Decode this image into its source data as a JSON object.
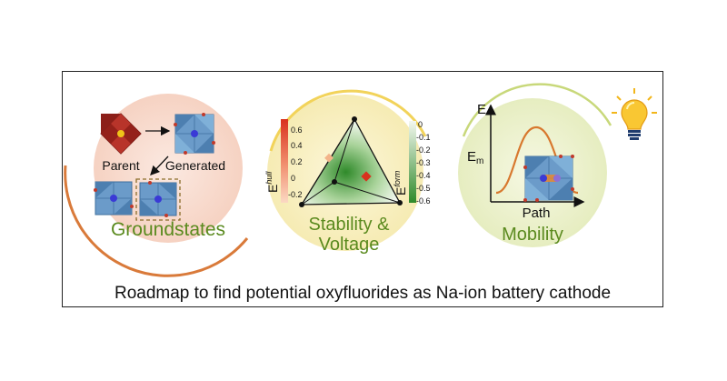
{
  "panel1": {
    "parent_label": "Parent",
    "generated_label": "Generated",
    "title": "Groundstates"
  },
  "panel2": {
    "title_line1": "Stability &",
    "title_line2": "Voltage",
    "hull_axis_label": "E",
    "hull_axis_sup": "hull",
    "hull_ticks": [
      "0.6",
      "0.4",
      "0.2",
      "0",
      "-0.2"
    ],
    "form_axis_label": "E",
    "form_axis_sup": "form",
    "form_ticks": [
      "0",
      "-0.1",
      "-0.2",
      "-0.3",
      "-0.4",
      "-0.5",
      "-0.6"
    ]
  },
  "panel3": {
    "title": "Mobility",
    "y_axis_label": "E",
    "barrier_label": "E",
    "barrier_sub": "m",
    "x_axis_label": "Path"
  },
  "caption": "Roadmap to find potential oxyfluorides as Na-ion battery cathode",
  "icons": [
    "lightbulb-icon"
  ],
  "colors": {
    "panel1_bg": "#f9e0d6",
    "panel2_bg": "#f9f1c4",
    "panel3_bg": "#eef3cc",
    "title_green": "#5a8a1e",
    "parent_octahedra": "#a3261f",
    "generated_octahedra": "#5b8fbf",
    "energy_curve": "#d8782e"
  }
}
